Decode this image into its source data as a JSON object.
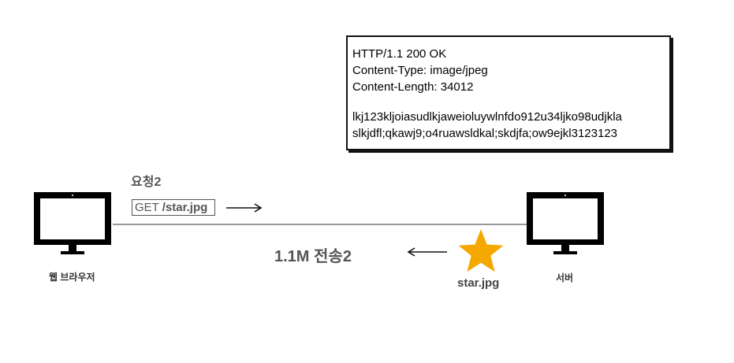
{
  "response": {
    "status_line": "HTTP/1.1 200 OK",
    "content_type": "Content-Type: image/jpeg",
    "content_length": "Content-Length: 34012",
    "body_line_1": "lkj123kljoiasudlkjaweioluywlnfdo912u34ljko98udjkla",
    "body_line_2": "slkjdfl;qkawj9;o4ruawsldkal;skdjfa;ow9ejkl3123123"
  },
  "client": {
    "label": "웹 브라우저"
  },
  "server": {
    "label": "서버"
  },
  "request": {
    "title": "요청2",
    "method": "GET",
    "path": "/star.jpg"
  },
  "transfer": {
    "label": "1.1M 전송2",
    "file_label": "star.jpg",
    "file_icon": "star-icon",
    "star_color": "#F5A800"
  }
}
